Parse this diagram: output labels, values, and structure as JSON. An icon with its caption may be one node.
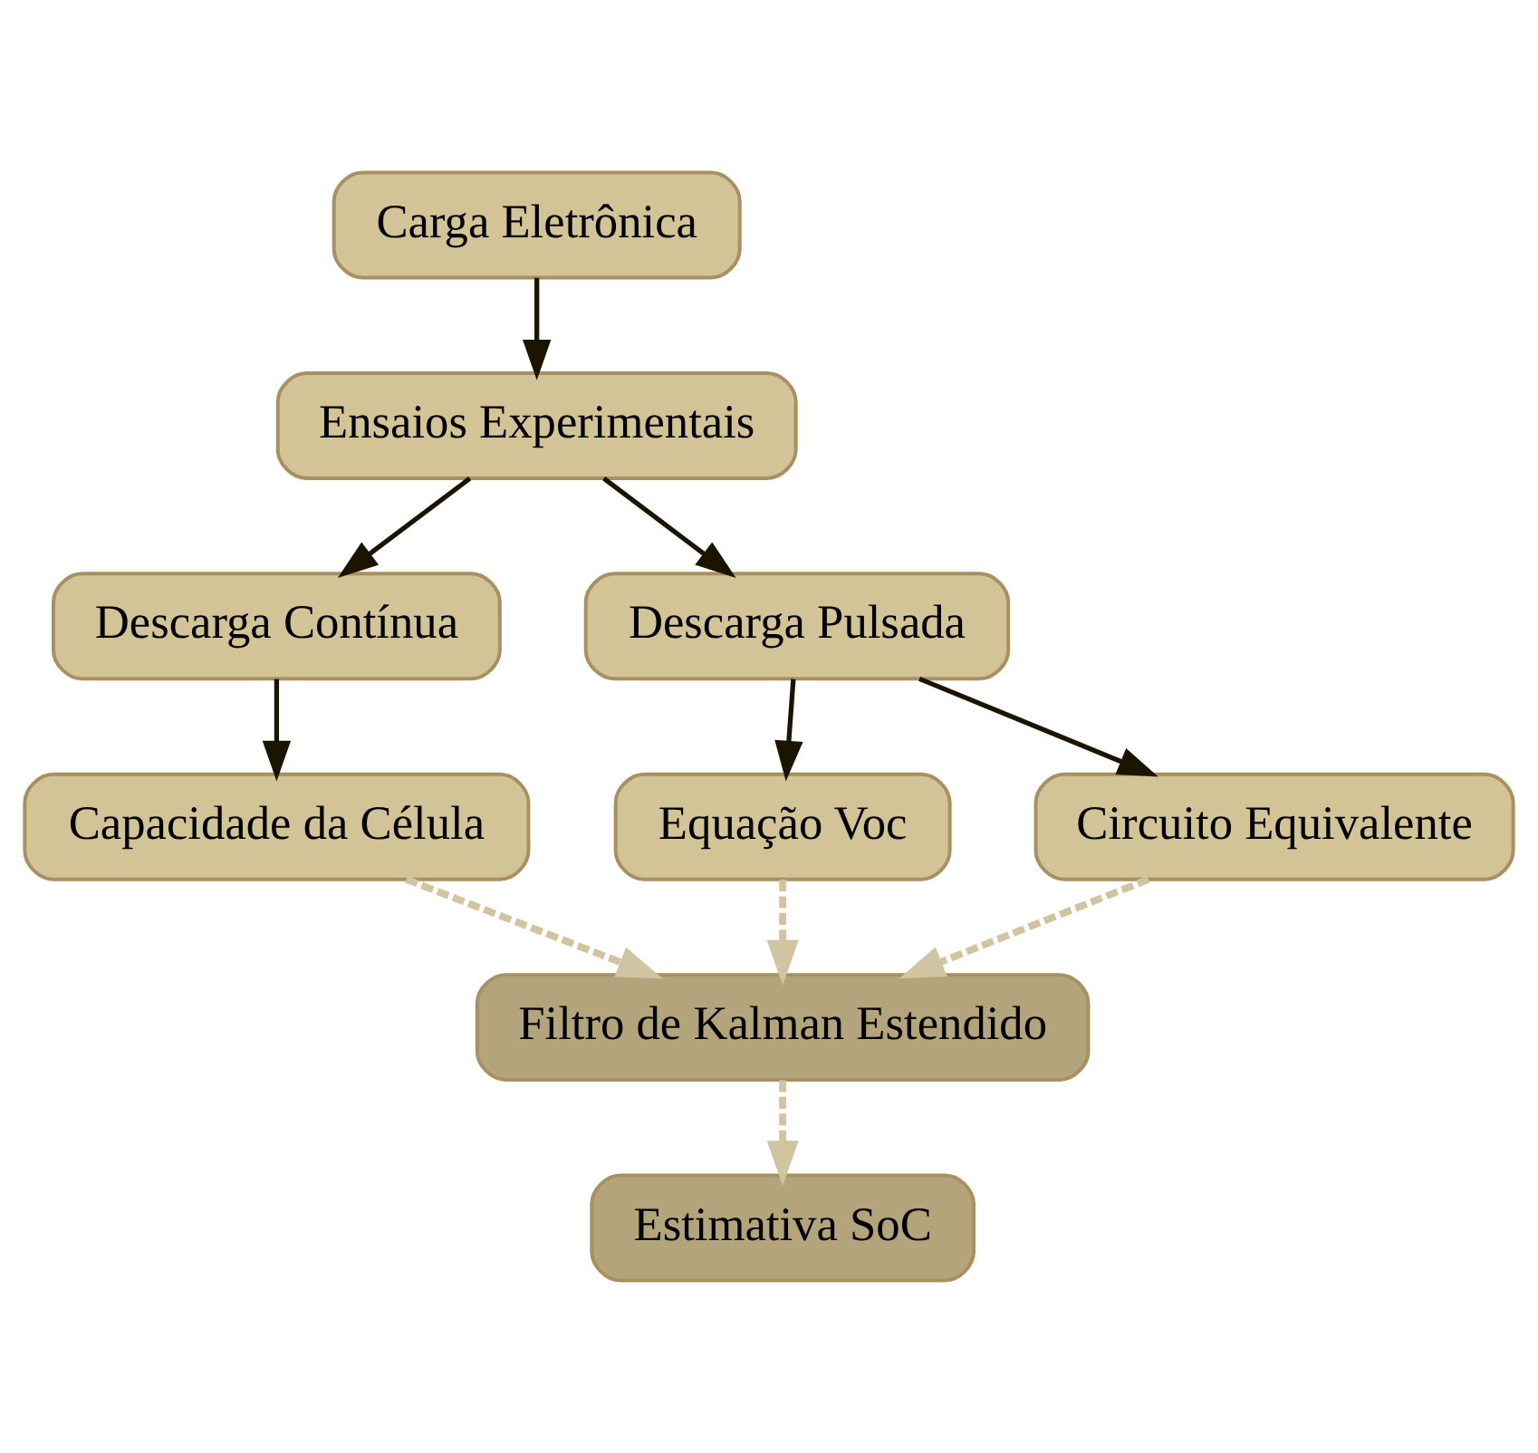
{
  "diagram": {
    "nodes": [
      {
        "text": [
          "Carga Eletrônica"
        ]
      },
      {
        "text": [
          "Ensaios Experimentais"
        ]
      },
      {
        "text": [
          "Descarga Contínua"
        ]
      },
      {
        "text": [
          "Capacidade da Célula"
        ]
      },
      {
        "text": [
          "Descarga Pulsada"
        ]
      },
      {
        "text": [
          "Equação Voc"
        ]
      },
      {
        "text": [
          "Circuito Equivalente"
        ]
      },
      {
        "text": [
          "Filtro de Kalman Estendido"
        ]
      },
      {
        "text": [
          "Estimativa SoC"
        ]
      }
    ],
    "edges": [
      {
        "from": 0,
        "to": 1,
        "arrow": "to"
      },
      {
        "from": 1,
        "to": 2,
        "arrow": "to"
      },
      {
        "from": 1,
        "to": 4,
        "arrow": "to"
      },
      {
        "from": 2,
        "to": 3,
        "arrow": "to"
      },
      {
        "from": 4,
        "to": 5,
        "arrow": "to"
      },
      {
        "from": 4,
        "to": 6,
        "arrow": "to"
      },
      {
        "from": 3,
        "to": 7,
        "arrow": "to",
        "style": "dashed",
        "color": "#d1c4a1"
      },
      {
        "from": 5,
        "to": 7,
        "arrow": "to",
        "style": "dashed",
        "color": "#d1c4a1"
      },
      {
        "from": 6,
        "to": 7,
        "arrow": "to",
        "style": "dashed",
        "color": "#d1c4a1"
      },
      {
        "from": 7,
        "to": 8,
        "arrow": "to",
        "style": "dashed",
        "color": "#d1c4a1"
      }
    ]
  }
}
